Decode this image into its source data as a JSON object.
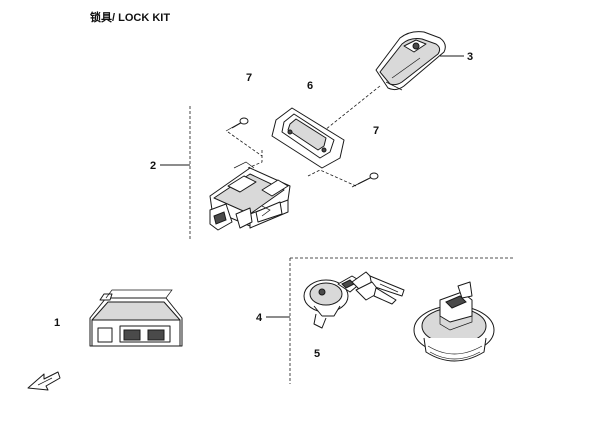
{
  "title": "锁具/ LOCK KIT",
  "callouts": {
    "c1": "1",
    "c2": "2",
    "c3": "3",
    "c4": "4",
    "c5": "5",
    "c6": "6",
    "c7a": "7",
    "c7b": "7"
  },
  "icons": {
    "front_arrow": "front-arrow-icon"
  }
}
